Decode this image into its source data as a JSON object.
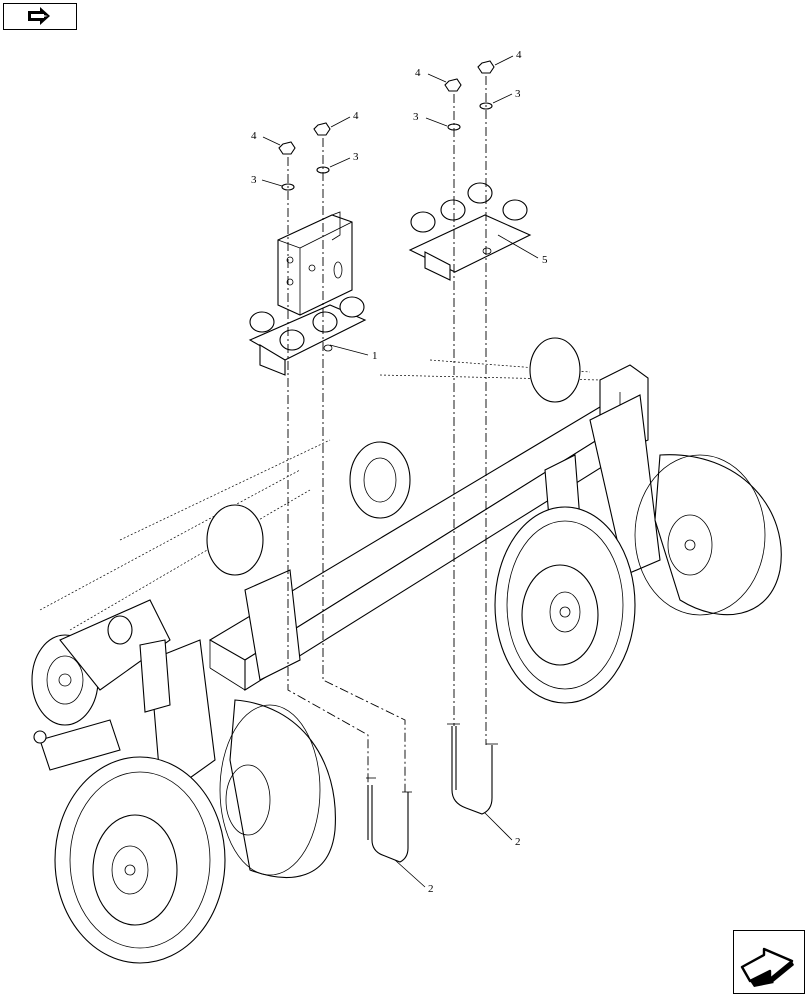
{
  "diagram": {
    "callouts": [
      {
        "id": "c1",
        "label": "1"
      },
      {
        "id": "c2a",
        "label": "2"
      },
      {
        "id": "c2b",
        "label": "2"
      },
      {
        "id": "c3a",
        "label": "3"
      },
      {
        "id": "c3b",
        "label": "3"
      },
      {
        "id": "c3c",
        "label": "3"
      },
      {
        "id": "c3d",
        "label": "3"
      },
      {
        "id": "c4a",
        "label": "4"
      },
      {
        "id": "c4b",
        "label": "4"
      },
      {
        "id": "c4c",
        "label": "4"
      },
      {
        "id": "c4d",
        "label": "4"
      },
      {
        "id": "c5",
        "label": "5"
      }
    ]
  },
  "navigation": {
    "top_icon": "page-back-arrow-icon",
    "bottom_icon": "page-forward-arrow-icon"
  }
}
